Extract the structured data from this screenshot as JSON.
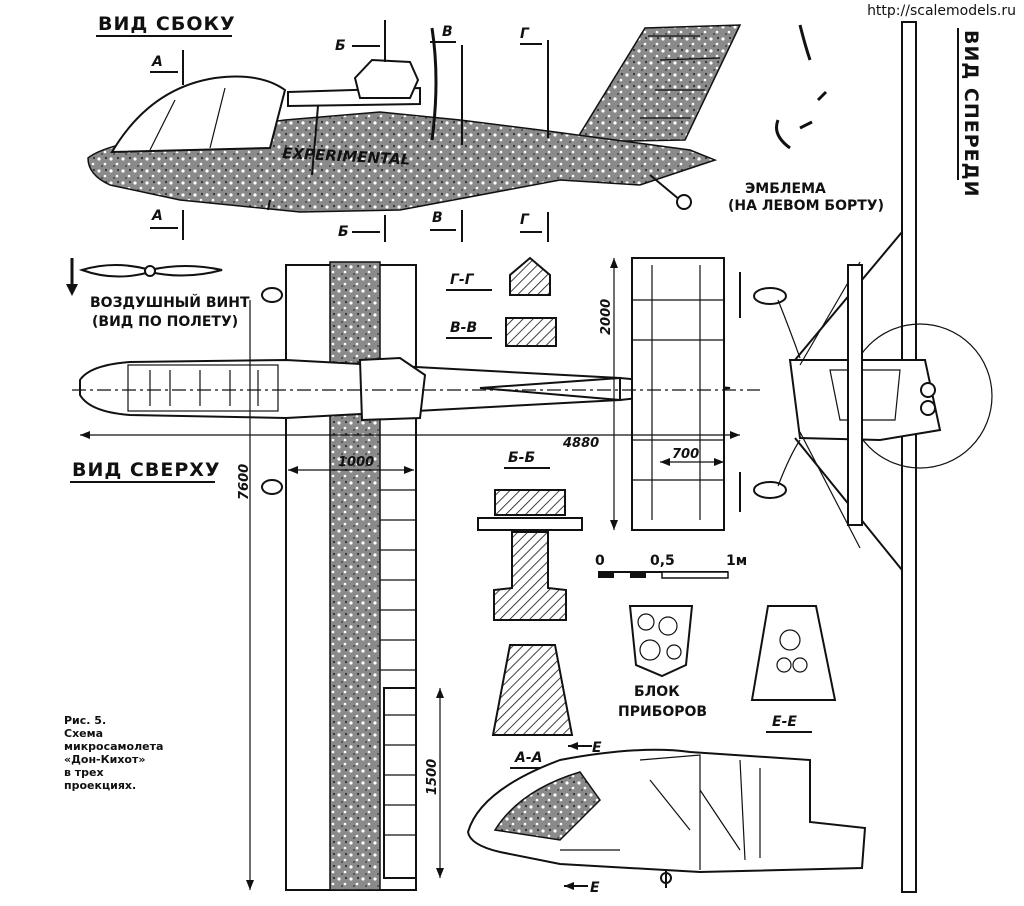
{
  "watermark": "http://scalemodels.ru",
  "views": {
    "side": "ВИД СБОКУ",
    "top": "ВИД СВЕРХУ",
    "front": "ВИД СПЕРЕДИ"
  },
  "fuselage_text": "EXPERIMENTAL",
  "labels": {
    "emblem": [
      "ЭМБЛЕМА",
      "(НА ЛЕВОМ БОРТУ)"
    ],
    "propeller": [
      "ВОЗДУШНЫЙ ВИНТ",
      "(ВИД ПО ПОЛЕТУ)"
    ],
    "instrument_panel": [
      "БЛОК",
      "ПРИБОРОВ"
    ],
    "caption": [
      "Рис. 5.",
      "Схема",
      "микросамолета",
      "«Дон-Кихот»",
      "в трех",
      "проекциях."
    ]
  },
  "section_letters": {
    "a": "А",
    "b": "Б",
    "v": "В",
    "g": "Г",
    "e": "Е"
  },
  "sections": {
    "gg": "Г-Г",
    "vv": "В-В",
    "bb": "Б-Б",
    "aa": "А-А",
    "ee": "Е-Е"
  },
  "dimensions": {
    "length": "4880",
    "span": "7600",
    "chord": "1000",
    "tail_span": "2000",
    "tail_chord": "700",
    "aileron": "1500"
  },
  "scale": {
    "ticks": [
      "0",
      "0,5",
      "1м"
    ]
  }
}
